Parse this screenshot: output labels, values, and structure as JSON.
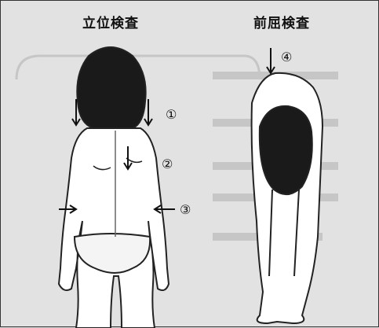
{
  "left_title": "立位検査",
  "right_title": "前屈検査",
  "markers": [
    "①",
    "②",
    "③",
    "④"
  ]
}
